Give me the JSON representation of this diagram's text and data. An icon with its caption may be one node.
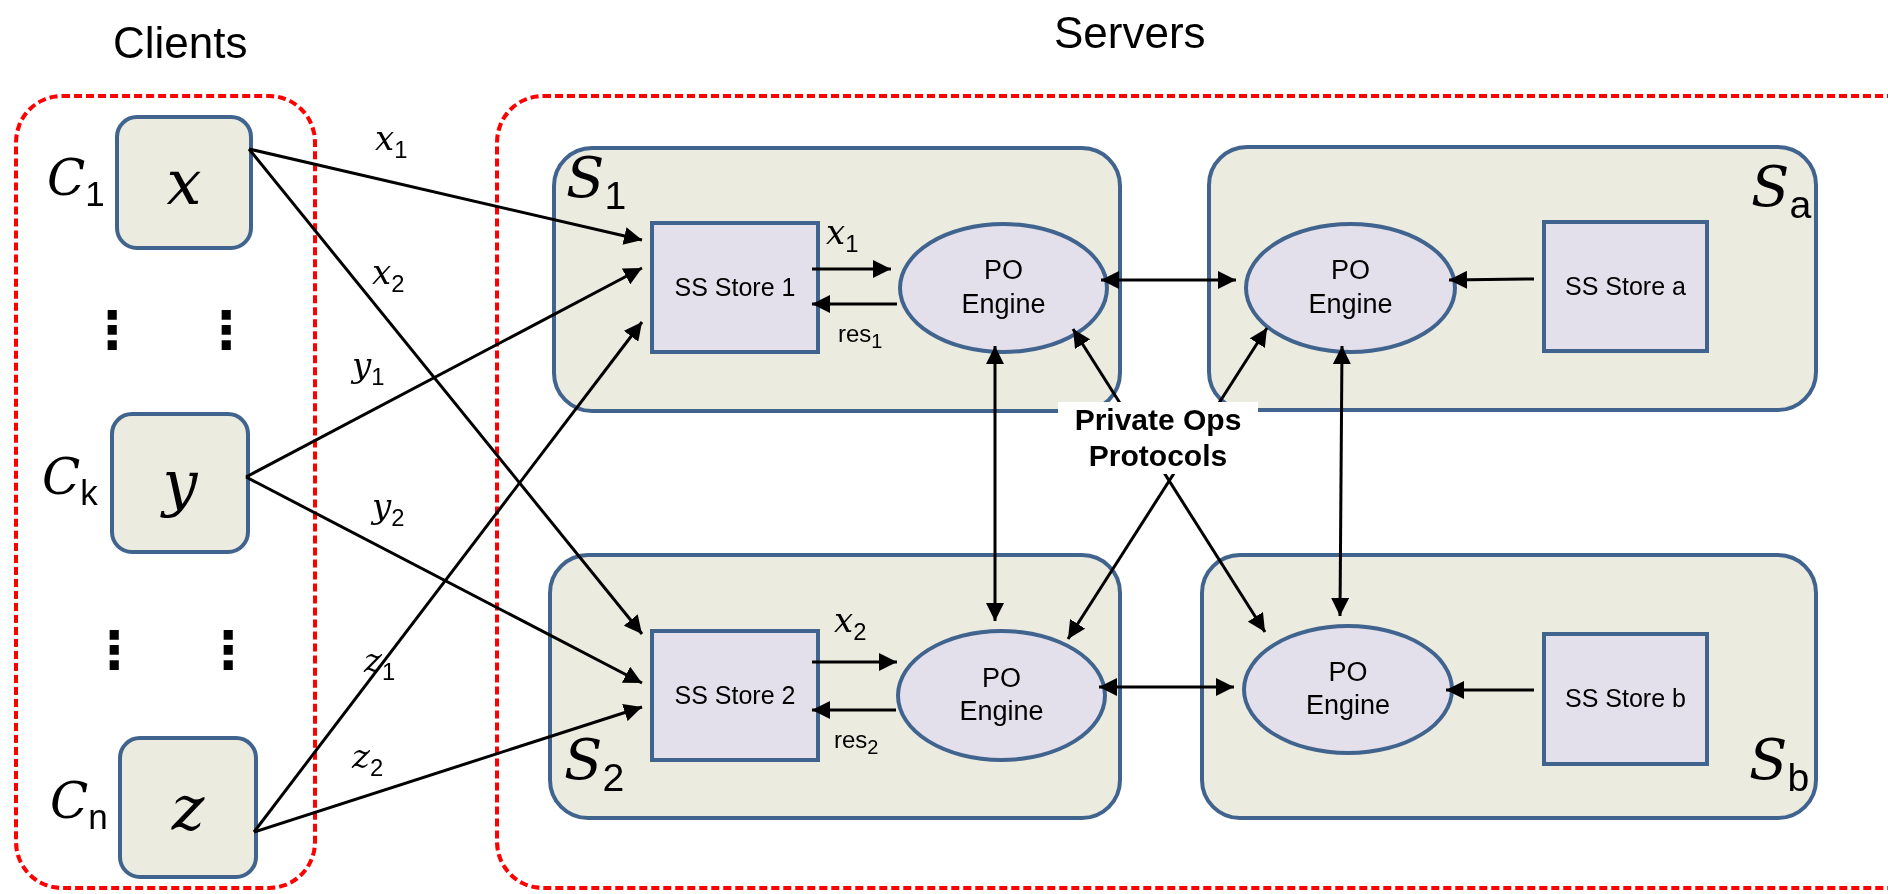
{
  "diagram": {
    "nodes": [
      {
        "text": [
          "Clients"
        ]
      },
      {
        "text": [
          "x"
        ],
        "in": 0,
        "beside": [
          "C$_{1}$"
        ]
      },
      {
        "text": [
          "y"
        ],
        "in": 0,
        "beside": [
          "C$_{k}$"
        ]
      },
      {
        "text": [
          "z"
        ],
        "in": 0,
        "beside": [
          "C$_{n}$"
        ]
      },
      {
        "text": [
          "Servers"
        ]
      },
      {
        "text": [
          "S$_{1}$"
        ],
        "in": 4
      },
      {
        "text": [
          "SS Store 1"
        ],
        "in": 5
      },
      {
        "text": [
          "PO Engine"
        ],
        "in": 5
      },
      {
        "text": [
          "S$_{a}$"
        ],
        "in": 4
      },
      {
        "text": [
          "PO Engine"
        ],
        "in": 8
      },
      {
        "text": [
          "SS Store a"
        ],
        "in": 8
      },
      {
        "text": [
          "S$_{2}$"
        ],
        "in": 4
      },
      {
        "text": [
          "SS Store 2"
        ],
        "in": 11
      },
      {
        "text": [
          "PO Engine"
        ],
        "in": 11
      },
      {
        "text": [
          "S$_{b}$"
        ],
        "in": 4
      },
      {
        "text": [
          "PO Engine"
        ],
        "in": 14
      },
      {
        "text": [
          "SS Store b"
        ],
        "in": 14
      }
    ],
    "edges": [
      {
        "from": 1,
        "to": 6,
        "arrow": "to",
        "label": "x$_{1}$"
      },
      {
        "from": 1,
        "to": 12,
        "arrow": "to",
        "label": "x$_{2}$"
      },
      {
        "from": 2,
        "to": 6,
        "arrow": "to",
        "label": "y$_{1}$"
      },
      {
        "from": 2,
        "to": 12,
        "arrow": "to",
        "label": "y$_{2}$"
      },
      {
        "from": 3,
        "to": 6,
        "arrow": "to",
        "label": "z$_{1}$"
      },
      {
        "from": 3,
        "to": 12,
        "arrow": "to",
        "label": "z$_{2}$"
      },
      {
        "from": 6,
        "to": 7,
        "arrow": "to",
        "label": "x$_{1}$"
      },
      {
        "from": 7,
        "to": 6,
        "arrow": "to",
        "label": "res$_{1}$"
      },
      {
        "from": 7,
        "to": 9,
        "arrow": "both"
      },
      {
        "from": 10,
        "to": 9,
        "arrow": "to"
      },
      {
        "from": 7,
        "to": 13,
        "arrow": "both"
      },
      {
        "from": 9,
        "to": 13,
        "arrow": "both"
      },
      {
        "from": 7,
        "to": 15,
        "arrow": "both"
      },
      {
        "from": 9,
        "to": 15,
        "arrow": "both"
      },
      {
        "from": 12,
        "to": 13,
        "arrow": "to",
        "label": "x$_{2}$"
      },
      {
        "from": 13,
        "to": 12,
        "arrow": "to",
        "label": "res$_{2}$"
      },
      {
        "from": 13,
        "to": 15,
        "arrow": "both"
      },
      {
        "from": 16,
        "to": 15,
        "arrow": "to"
      }
    ],
    "labels": [
      "⋮",
      "⋮",
      "⋮",
      "⋮",
      "Private Ops Protocols"
    ]
  }
}
